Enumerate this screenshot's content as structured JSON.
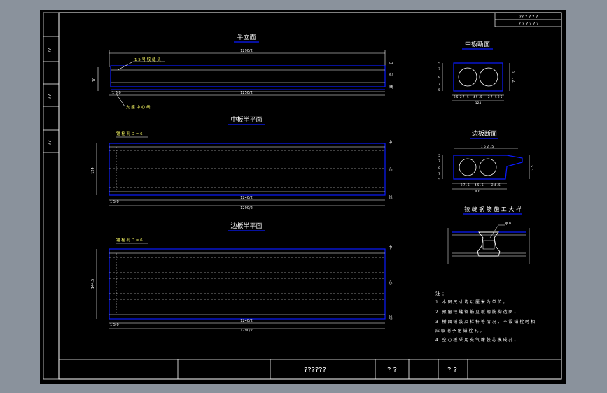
{
  "background": {
    "outer": "#8a929c",
    "sheet": "#000000",
    "line_white": "#ffffff",
    "line_blue": "#0a1aff",
    "text_yellow": "#ffff66"
  },
  "side_table": {
    "cells": [
      "??",
      "??",
      "??"
    ]
  },
  "top_right_box": {
    "line1": "?? ? ? ? ?",
    "line2": "? ? ? ? ? ?"
  },
  "title_block": {
    "drawing_title": "??????",
    "cell_a": "? ?",
    "cell_b": "? ?"
  },
  "half_elevation": {
    "title": "半立面",
    "callout_hinge": "1 5 号 铰 缝 头",
    "callout_support": "支 座 中 心 线",
    "dim_top": "1290/2",
    "dim_bottom": "1250/2",
    "dim_left": "70",
    "dim_end": "1 5 0",
    "center_mark": [
      "中",
      "心",
      "线"
    ]
  },
  "mid_plan": {
    "title": "中板半平面",
    "hole_note": "锚 栓 孔 D = 6",
    "dim_width": "124",
    "dim_inner": "1240/2",
    "dim_total": "1290/2",
    "dim_end": "1 5 0",
    "center_mark": [
      "中",
      "心",
      "线"
    ]
  },
  "edge_plan": {
    "title": "边板半平面",
    "hole_note": "锚 栓 孔 D = 6",
    "dim_width": "144.5",
    "dim_inner": "1240/2",
    "dim_total": "1290/2",
    "dim_end": "1 5 0",
    "center_mark": [
      "中",
      "心",
      "线"
    ]
  },
  "mid_section": {
    "title": "中板断面",
    "dims_bottom": [
      "2 5",
      "2 7 . 5",
      "4 5 . 5",
      "2 7 . 5",
      "2 5"
    ],
    "dim_total": "124",
    "dims_left": [
      "5",
      "7",
      "9",
      "7",
      "5"
    ],
    "dim_right": "7 1 . 5"
  },
  "edge_section": {
    "title": "边板断面",
    "dim_top": "1 5 2 . 5",
    "dims_bottom": [
      "2 7 . 5",
      "4 5 . 5",
      "2 4 . 5"
    ],
    "dim_total": "1 4 0",
    "dims_left": [
      "5",
      "7",
      "9",
      "7",
      "5"
    ],
    "dim_right": "2 5"
  },
  "hinge_detail": {
    "title": "铰 缝 钢 筋 施 工 大 样",
    "label": "φ 8"
  },
  "notes": {
    "heading": "注 ：",
    "lines": [
      "1 . 本 图 尺 寸 均 以 厘 米 为 单 位 。",
      "2 . 预 留 铰 缝 钢 筋 见 板 钢 筋 构 造 图 。",
      "3 . 桥 面 铺 装 及 栏 杆 等 情 况 ， 不 设 锚 栓 时 相",
      "   应 取 消 予 留 锚 栓 孔 。",
      "4 . 空 心 板 采 用 充 气 橡 胶 芯 模 成 孔 。"
    ]
  }
}
